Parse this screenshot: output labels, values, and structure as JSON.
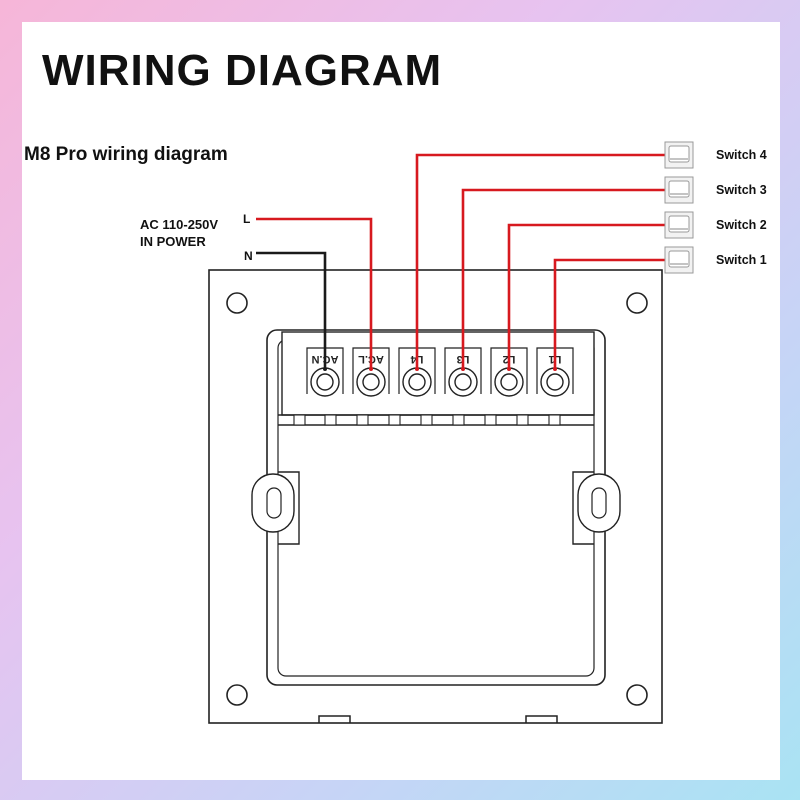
{
  "title": "WIRING DIAGRAM",
  "subtitle": "M8 Pro wiring diagram",
  "power": {
    "line1": "AC 110-250V",
    "line2": "IN POWER",
    "live_label": "L",
    "neutral_label": "N"
  },
  "terminals": [
    {
      "id": "ac-n",
      "label": "AC.N"
    },
    {
      "id": "ac-l",
      "label": "AC.L"
    },
    {
      "id": "l4",
      "label": "L4"
    },
    {
      "id": "l3",
      "label": "L3"
    },
    {
      "id": "l2",
      "label": "L2"
    },
    {
      "id": "l1",
      "label": "L1"
    }
  ],
  "switches": [
    "Switch 4",
    "Switch 3",
    "Switch 2",
    "Switch 1"
  ],
  "colors": {
    "live_wire": "#d7191f",
    "neutral_wire": "#1a1a1a",
    "outline": "#222222"
  }
}
